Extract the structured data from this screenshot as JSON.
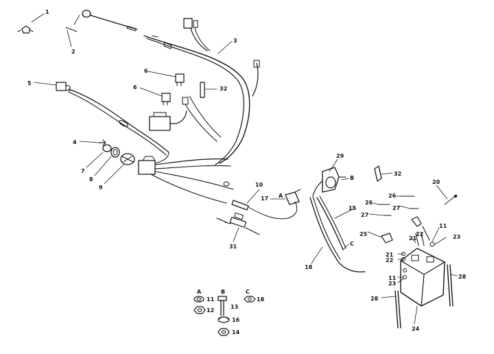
{
  "labels": {
    "l1": "1",
    "l2": "2",
    "l3": "3",
    "l5": "5",
    "l6a": "6",
    "l6b": "6",
    "l32a": "32",
    "l4": "4",
    "l7": "7",
    "l8": "8",
    "l9": "9",
    "l10": "10",
    "l17": "17",
    "lA": "A",
    "l29": "29",
    "lB": "B",
    "l32b": "32",
    "l26a": "26",
    "l20": "20",
    "l26b": "26",
    "l27a": "27",
    "l27b": "27",
    "l15": "15",
    "l25": "25",
    "l11a": "11",
    "l22a": "22",
    "l21a": "21",
    "l23a": "23",
    "l21b": "21",
    "l22b": "22",
    "lC": "C",
    "l18": "18",
    "l31": "31",
    "l11b": "11",
    "l23b": "23",
    "l28a": "28",
    "l28b": "28",
    "l24": "24"
  },
  "legend": {
    "A": "A",
    "B": "B",
    "C": "C",
    "a11": "11",
    "a12": "12",
    "b13": "13",
    "b16": "16",
    "b14": "14",
    "c18": "18"
  }
}
